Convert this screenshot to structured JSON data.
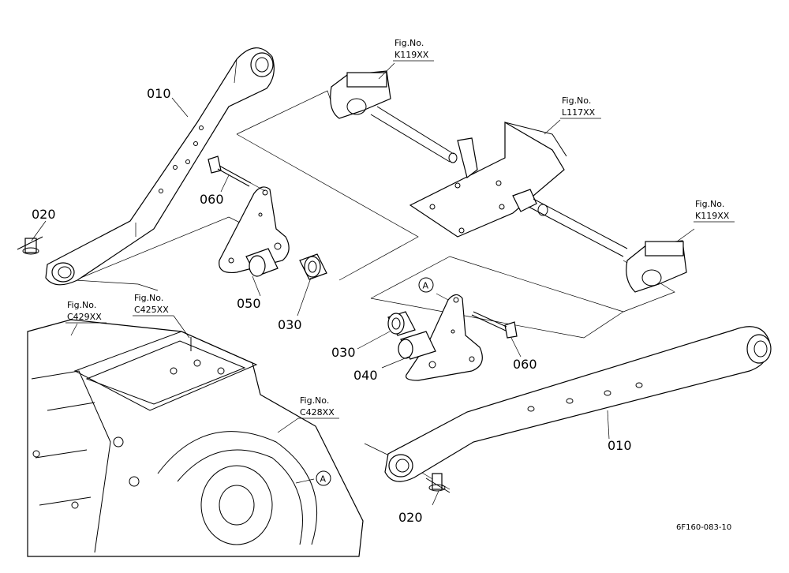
{
  "labels": {
    "p010_left": "010",
    "p010_right": "010",
    "p020_left": "020",
    "p020_right": "020",
    "p030_upper": "030",
    "p030_lower": "030",
    "p040": "040",
    "p050": "050",
    "p060_upper": "060",
    "p060_lower": "060",
    "marker_a_top": "A",
    "marker_a_bottom": "A"
  },
  "fig_refs": {
    "k119_top": {
      "title": "Fig.No.",
      "code": "K119XX"
    },
    "l117": {
      "title": "Fig.No.",
      "code": "L117XX"
    },
    "k119_right": {
      "title": "Fig.No.",
      "code": "K119XX"
    },
    "c429": {
      "title": "Fig.No.",
      "code": "C429XX"
    },
    "c425": {
      "title": "Fig.No.",
      "code": "C425XX"
    },
    "c428": {
      "title": "Fig.No.",
      "code": "C428XX"
    }
  },
  "drawing_code": "6F160-083-10"
}
